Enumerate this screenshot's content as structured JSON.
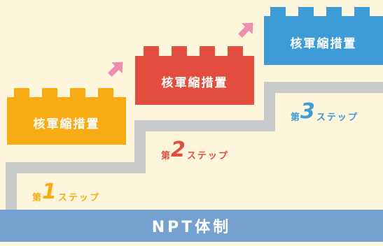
{
  "colors": {
    "background": "#fdf6dc",
    "stairs": "#c9cbca",
    "base": "#74a1cf",
    "brick1": "#f9ab14",
    "brick2": "#e24d3d",
    "brick3": "#3d9bd5",
    "arrow": "#ee8db0"
  },
  "bricks": [
    {
      "label": "核軍縮措置"
    },
    {
      "label": "核軍縮措置"
    },
    {
      "label": "核軍縮措置"
    }
  ],
  "steps": [
    {
      "dai": "第",
      "number": "1",
      "word": "ステップ",
      "color": "#f9ab14"
    },
    {
      "dai": "第",
      "number": "2",
      "word": "ステップ",
      "color": "#e24d3d"
    },
    {
      "dai": "第",
      "number": "3",
      "word": "ステップ",
      "color": "#3d9bd5"
    }
  ],
  "base": {
    "label": "NPT体制"
  },
  "icons": [
    "up-right-arrow-icon",
    "up-right-arrow-icon"
  ]
}
